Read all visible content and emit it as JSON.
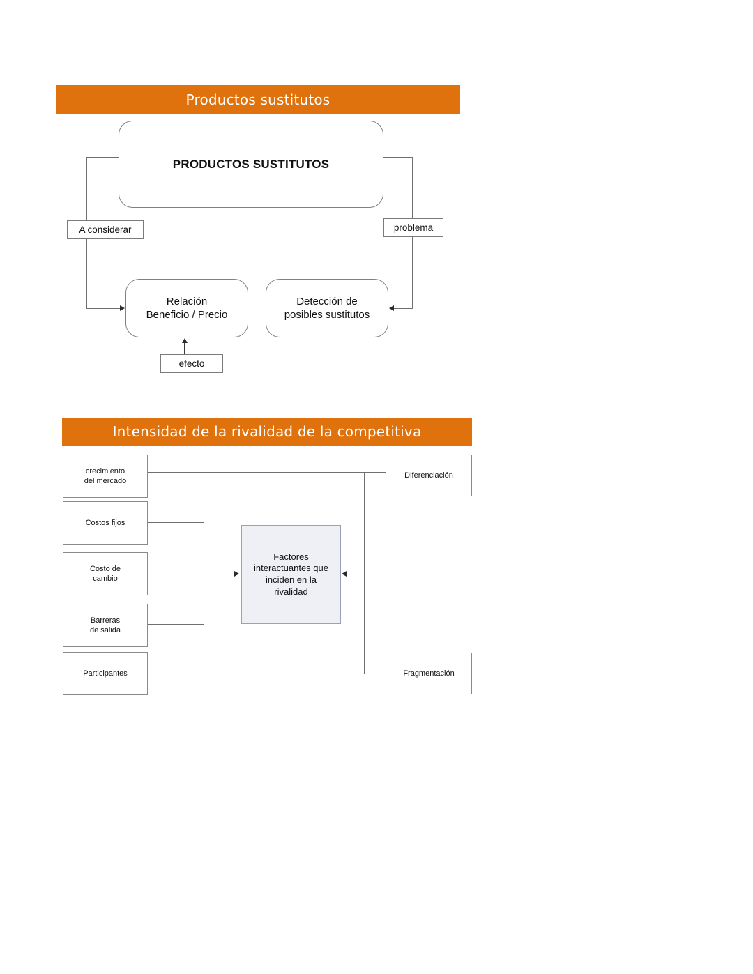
{
  "document": {
    "background_color": "#ffffff",
    "accent_color": "#E0720E",
    "line_color": "#6f6f6f"
  },
  "sections": [
    {
      "id": "productos-sustitutos",
      "header": {
        "title": "Productos sustitutos",
        "bar_color": "#E0720E",
        "text_color": "#ffffff"
      },
      "nodes": {
        "main": "PRODUCTOS SUSTITUTOS",
        "tag_left": "A considerar",
        "tag_right": "problema",
        "box_left": "Relación\nBeneficio / Precio",
        "box_right": "Detección de\nposibles sustitutos",
        "tag_bottom": "efecto"
      }
    },
    {
      "id": "intensidad-rivalidad",
      "header": {
        "title": "Intensidad de la rivalidad de la competitiva",
        "bar_color": "#E0720E",
        "text_color": "#ffffff"
      },
      "nodes": {
        "center": "Factores\ninteractuantes que\ninciden en la\nrivalidad",
        "left_items": [
          "crecimiento\ndel mercado",
          "Costos fijos",
          "Costo de\ncambio",
          "Barreras\nde salida",
          "Participantes"
        ],
        "right_items": [
          "Diferenciación",
          "Fragmentación"
        ]
      }
    }
  ]
}
